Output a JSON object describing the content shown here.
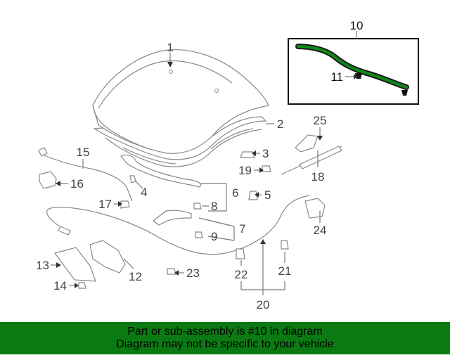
{
  "callouts": {
    "c1": "1",
    "c2": "2",
    "c3": "3",
    "c4": "4",
    "c5": "5",
    "c6": "6",
    "c7": "7",
    "c8": "8",
    "c9": "9",
    "c10": "10",
    "c11": "11",
    "c12": "12",
    "c13": "13",
    "c14": "14",
    "c15": "15",
    "c16": "16",
    "c17": "17",
    "c18": "18",
    "c19": "19",
    "c20": "20",
    "c21": "21",
    "c22": "22",
    "c23": "23",
    "c24": "24",
    "c25": "25"
  },
  "banner": {
    "line1": "Part or sub-assembly is #10 in diagram",
    "line2": "Diagram may not be specific to your vehicle"
  },
  "colors": {
    "banner_bg": "#0b7a12",
    "highlight_part": "#0d8a18"
  }
}
